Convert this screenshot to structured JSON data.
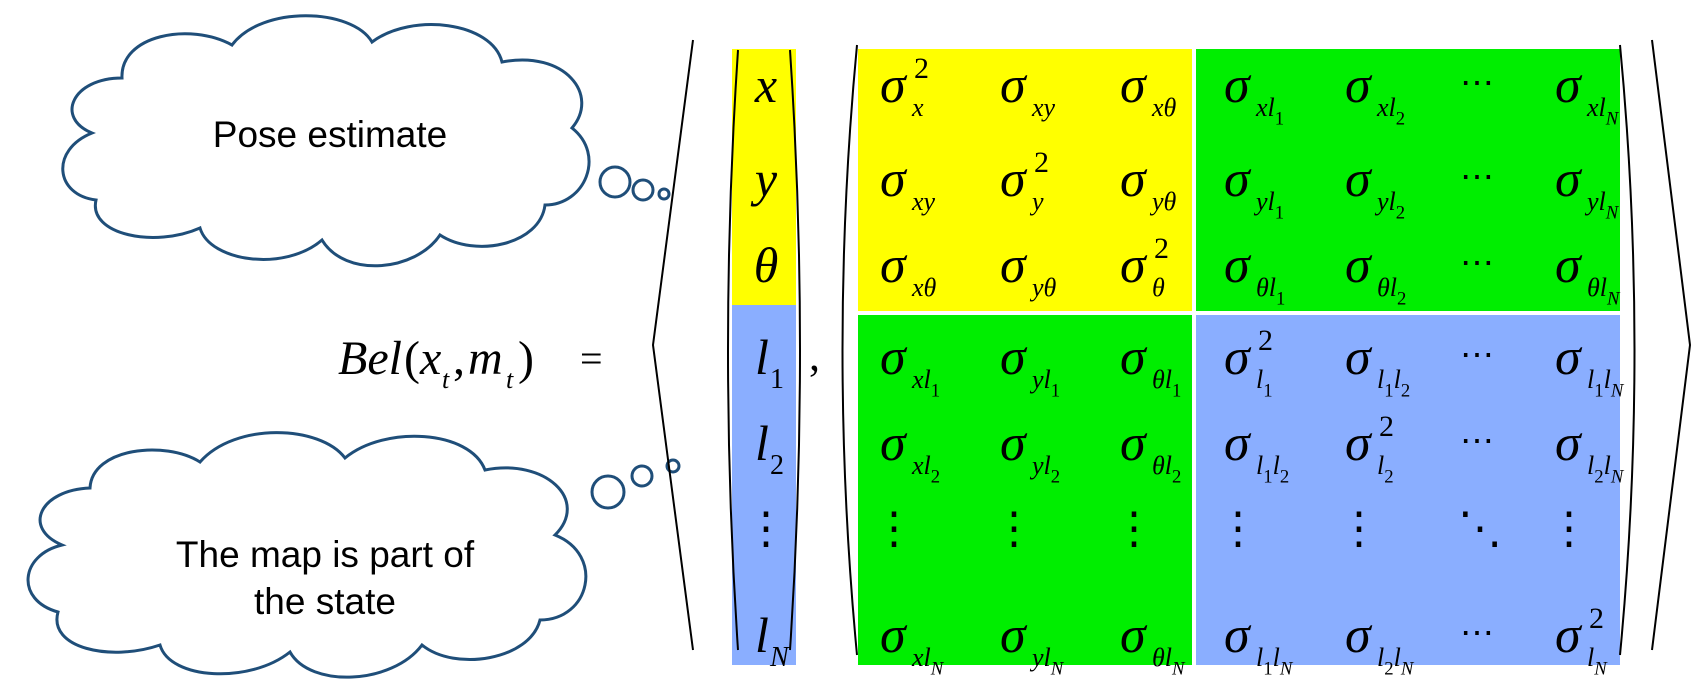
{
  "clouds": {
    "pose_label": "Pose estimate",
    "map_label_line1": "The map is part of",
    "map_label_line2": "the state"
  },
  "equation": {
    "lhs": {
      "name": "Bel",
      "paren_open": "(",
      "paren_close": ")",
      "comma": ",",
      "x": "x",
      "x_sub": "t",
      "m": "m",
      "m_sub": "t",
      "equals": "="
    },
    "vector_separator": ",",
    "state_vector": [
      {
        "base": "x",
        "sub": ""
      },
      {
        "base": "y",
        "sub": ""
      },
      {
        "base": "θ",
        "sub": ""
      },
      {
        "base": "l",
        "sub": "1"
      },
      {
        "base": "l",
        "sub": "2"
      },
      {
        "base": "⋮",
        "sub": ""
      },
      {
        "base": "l",
        "sub": "N"
      }
    ],
    "covariance": {
      "sigma": "σ",
      "squared": "2",
      "ellipsis": "⋯",
      "vdots": "⋮",
      "ddots": "⋱",
      "rows": [
        [
          "x^2",
          "xy",
          "xθ",
          "xl1",
          "xl2",
          "...",
          "xlN"
        ],
        [
          "xy",
          "y^2",
          "yθ",
          "yl1",
          "yl2",
          "...",
          "ylN"
        ],
        [
          "xθ",
          "yθ",
          "θ^2",
          "θl1",
          "θl2",
          "...",
          "θlN"
        ],
        [
          "xl1",
          "yl1",
          "θl1",
          "l1^2",
          "l1l2",
          "...",
          "l1lN"
        ],
        [
          "xl2",
          "yl2",
          "θl2",
          "l1l2",
          "l2^2",
          "...",
          "l2lN"
        ],
        [
          ":",
          ":",
          ":",
          ":",
          ":",
          "\\",
          ":"
        ],
        [
          "xlN",
          "ylN",
          "θlN",
          "l1lN",
          "l2lN",
          "...",
          "lN^2"
        ]
      ]
    }
  },
  "colors": {
    "pose_block": "#ffff00",
    "cross_block": "#00ee00",
    "map_block": "#8aaeff",
    "cloud_stroke": "#1f4e79"
  }
}
